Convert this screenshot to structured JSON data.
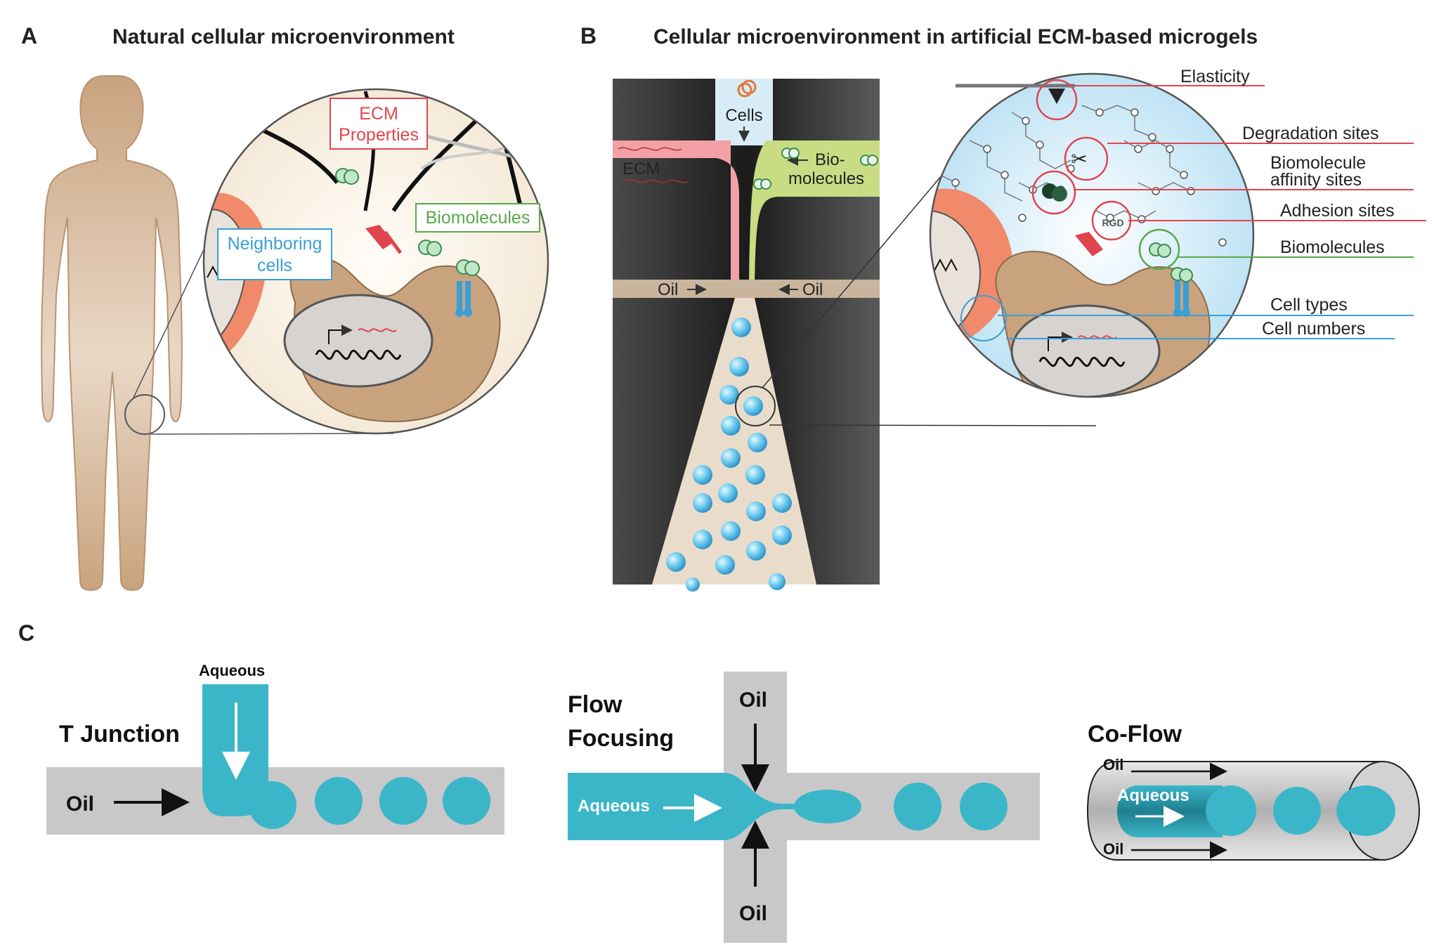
{
  "panel_a": {
    "letter": "A",
    "title": "Natural cellular microenvironment",
    "labels": {
      "ecm_line1": "ECM",
      "ecm_line2": "Properties",
      "biomolecules": "Biomolecules",
      "neighboring_line1": "Neighboring",
      "neighboring_line2": "cells"
    }
  },
  "panel_b": {
    "letter": "B",
    "title": "Cellular microenvironment in artificial ECM-based microgels",
    "chip": {
      "cells": "Cells",
      "ecm": "ECM",
      "bio_line1": "Bio-",
      "bio_line2": "molecules",
      "oil_left": "Oil",
      "oil_right": "Oil"
    },
    "callouts": {
      "elasticity": "Elasticity",
      "degradation": "Degradation sites",
      "affinity_line1": "Biomolecule",
      "affinity_line2": "affinity sites",
      "adhesion": "Adhesion sites",
      "rgd": "RGD",
      "biomolecules": "Biomolecules",
      "cell_types": "Cell types",
      "cell_numbers": "Cell numbers"
    }
  },
  "panel_c": {
    "letter": "C",
    "t_junction": {
      "title": "T Junction",
      "aqueous": "Aqueous",
      "oil": "Oil"
    },
    "flow_focusing": {
      "title_line1": "Flow",
      "title_line2": "Focusing",
      "aqueous": "Aqueous",
      "oil_top": "Oil",
      "oil_bottom": "Oil"
    },
    "co_flow": {
      "title": "Co-Flow",
      "aqueous": "Aqueous",
      "oil_top": "Oil",
      "oil_bottom": "Oil"
    }
  },
  "colors": {
    "aqueous_teal": "#3bb6c8",
    "channel_gray": "#c8c8c8",
    "ecm_red": "#e0454f",
    "bio_green": "#5aa84a",
    "cell_blue": "#3a9fd6",
    "skin_tan": "#c9a37e"
  }
}
